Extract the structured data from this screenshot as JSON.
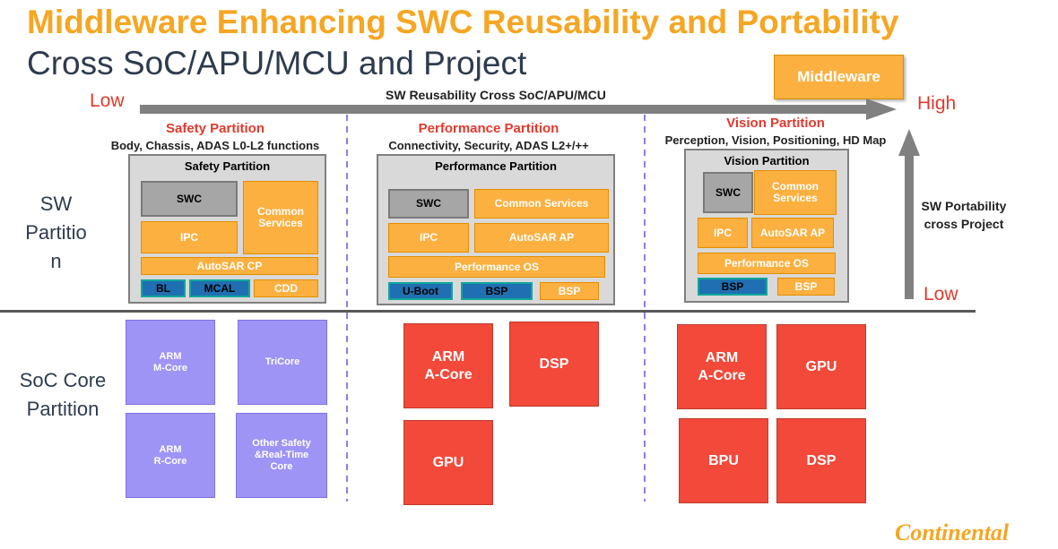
{
  "title": "Middleware Enhancing SWC Reusability and Portability",
  "subtitle": "Cross SoC/APU/MCU and Project",
  "middleware_label": "Middleware",
  "reuse_axis": {
    "title": "SW Reusability Cross SoC/APU/MCU",
    "low": "Low",
    "high": "High"
  },
  "portability_axis": {
    "title": "SW Portability cross Project",
    "low": "Low"
  },
  "row_labels": {
    "sw_partition": "SW\nPartitio\nn",
    "soc_partition": "SoC Core\nPartition"
  },
  "brand": "Continental",
  "colors": {
    "title": "#f5a623",
    "accent_red": "#e03a2e",
    "orange_block": "#fbb040",
    "purple_core": "#9e94f5",
    "red_core": "#f2493a"
  },
  "safety": {
    "heading": "Safety Partition",
    "subheading": "Body, Chassis, ADAS L0-L2 functions",
    "panel_title": "Safety Partition",
    "swc": "SWC",
    "common": "Common Services",
    "ipc": "IPC",
    "autosar": "AutoSAR CP",
    "bl": "BL",
    "mcal": "MCAL",
    "cdd": "CDD",
    "cores": [
      "ARM\nM-Core",
      "TriCore",
      "ARM\nR-Core",
      "Other Safety\n&Real-Time\nCore"
    ]
  },
  "performance": {
    "heading": "Performance Partition",
    "subheading": "Connectivity, Security, ADAS L2+/++",
    "panel_title": "Performance Partition",
    "swc": "SWC",
    "common": "Common Services",
    "ipc": "IPC",
    "autosar": "AutoSAR AP",
    "os": "Performance OS",
    "uboot": "U-Boot",
    "bsp1": "BSP",
    "bsp2": "BSP",
    "cores": [
      "ARM\nA-Core",
      "DSP",
      "GPU"
    ]
  },
  "vision": {
    "heading": "Vision Partition",
    "subheading": "Perception, Vision, Positioning, HD Map",
    "panel_title": "Vision Partition",
    "swc": "SWC",
    "common": "Common Services",
    "ipc": "IPC",
    "autosar": "AutoSAR AP",
    "os": "Performance OS",
    "bsp1": "BSP",
    "bsp2": "BSP",
    "cores": [
      "ARM\nA-Core",
      "GPU",
      "BPU",
      "DSP"
    ]
  }
}
